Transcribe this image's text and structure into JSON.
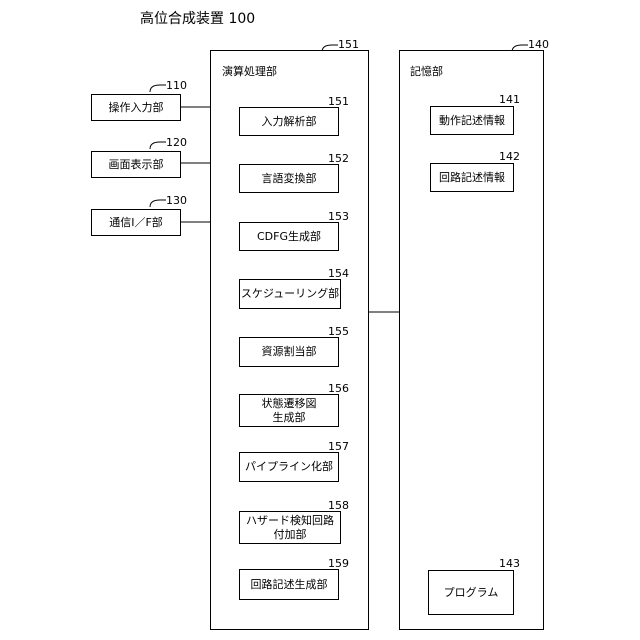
{
  "title": "高位合成装置 100",
  "inputs": [
    {
      "ref": "110",
      "label": "操作入力部"
    },
    {
      "ref": "120",
      "label": "画面表示部"
    },
    {
      "ref": "130",
      "label": "通信I／F部"
    }
  ],
  "processor": {
    "ref": "151",
    "label": "演算処理部",
    "units": [
      {
        "ref": "151",
        "label": "入力解析部"
      },
      {
        "ref": "152",
        "label": "言語変換部"
      },
      {
        "ref": "153",
        "label": "CDFG生成部"
      },
      {
        "ref": "154",
        "label": "スケジューリング部"
      },
      {
        "ref": "155",
        "label": "資源割当部"
      },
      {
        "ref": "156",
        "label": "状態遷移図\n生成部"
      },
      {
        "ref": "157",
        "label": "パイプライン化部"
      },
      {
        "ref": "158",
        "label": "ハザード検知回路\n付加部"
      },
      {
        "ref": "159",
        "label": "回路記述生成部"
      }
    ]
  },
  "storage": {
    "ref": "140",
    "label": "記憶部",
    "items": [
      {
        "ref": "141",
        "label": "動作記述情報"
      },
      {
        "ref": "142",
        "label": "回路記述情報"
      },
      {
        "ref": "143",
        "label": "プログラム"
      }
    ]
  }
}
